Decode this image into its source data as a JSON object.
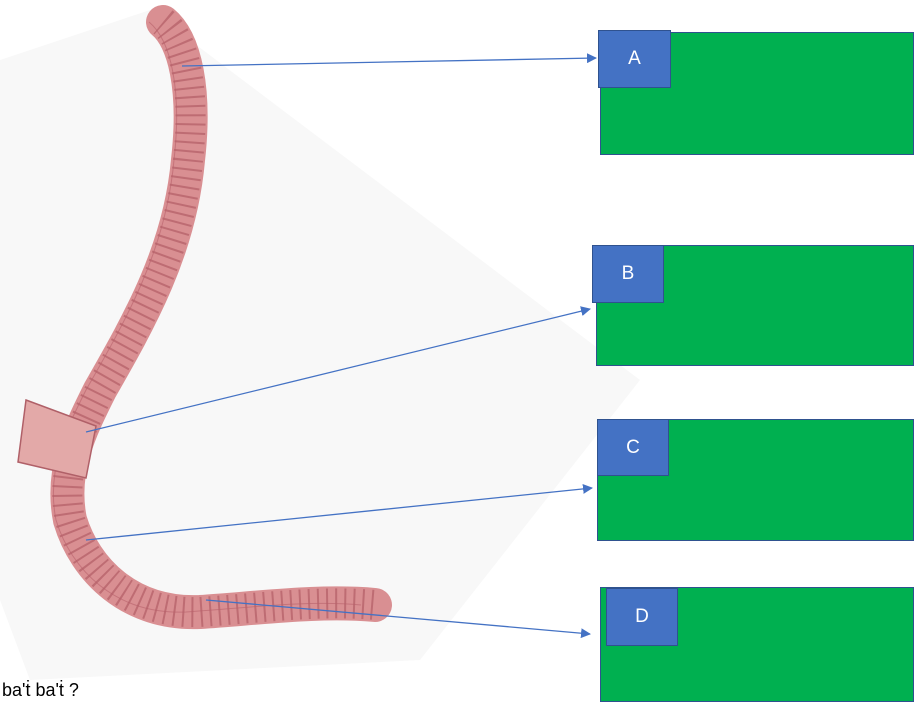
{
  "labels": [
    {
      "id": "A",
      "text": "A"
    },
    {
      "id": "B",
      "text": "B"
    },
    {
      "id": "C",
      "text": "C"
    },
    {
      "id": "D",
      "text": "D"
    }
  ],
  "colors": {
    "answer_box_fill": "#00b050",
    "label_fill": "#4472c4",
    "label_border": "#2f528f",
    "label_text": "#ffffff",
    "arrow": "#4472c4",
    "worm_body": "#d98f92",
    "worm_ring": "#a8505a",
    "clitellum": "#e3a9a8"
  },
  "bottom_caption": "ba'ṫ ba'ṫ ?"
}
